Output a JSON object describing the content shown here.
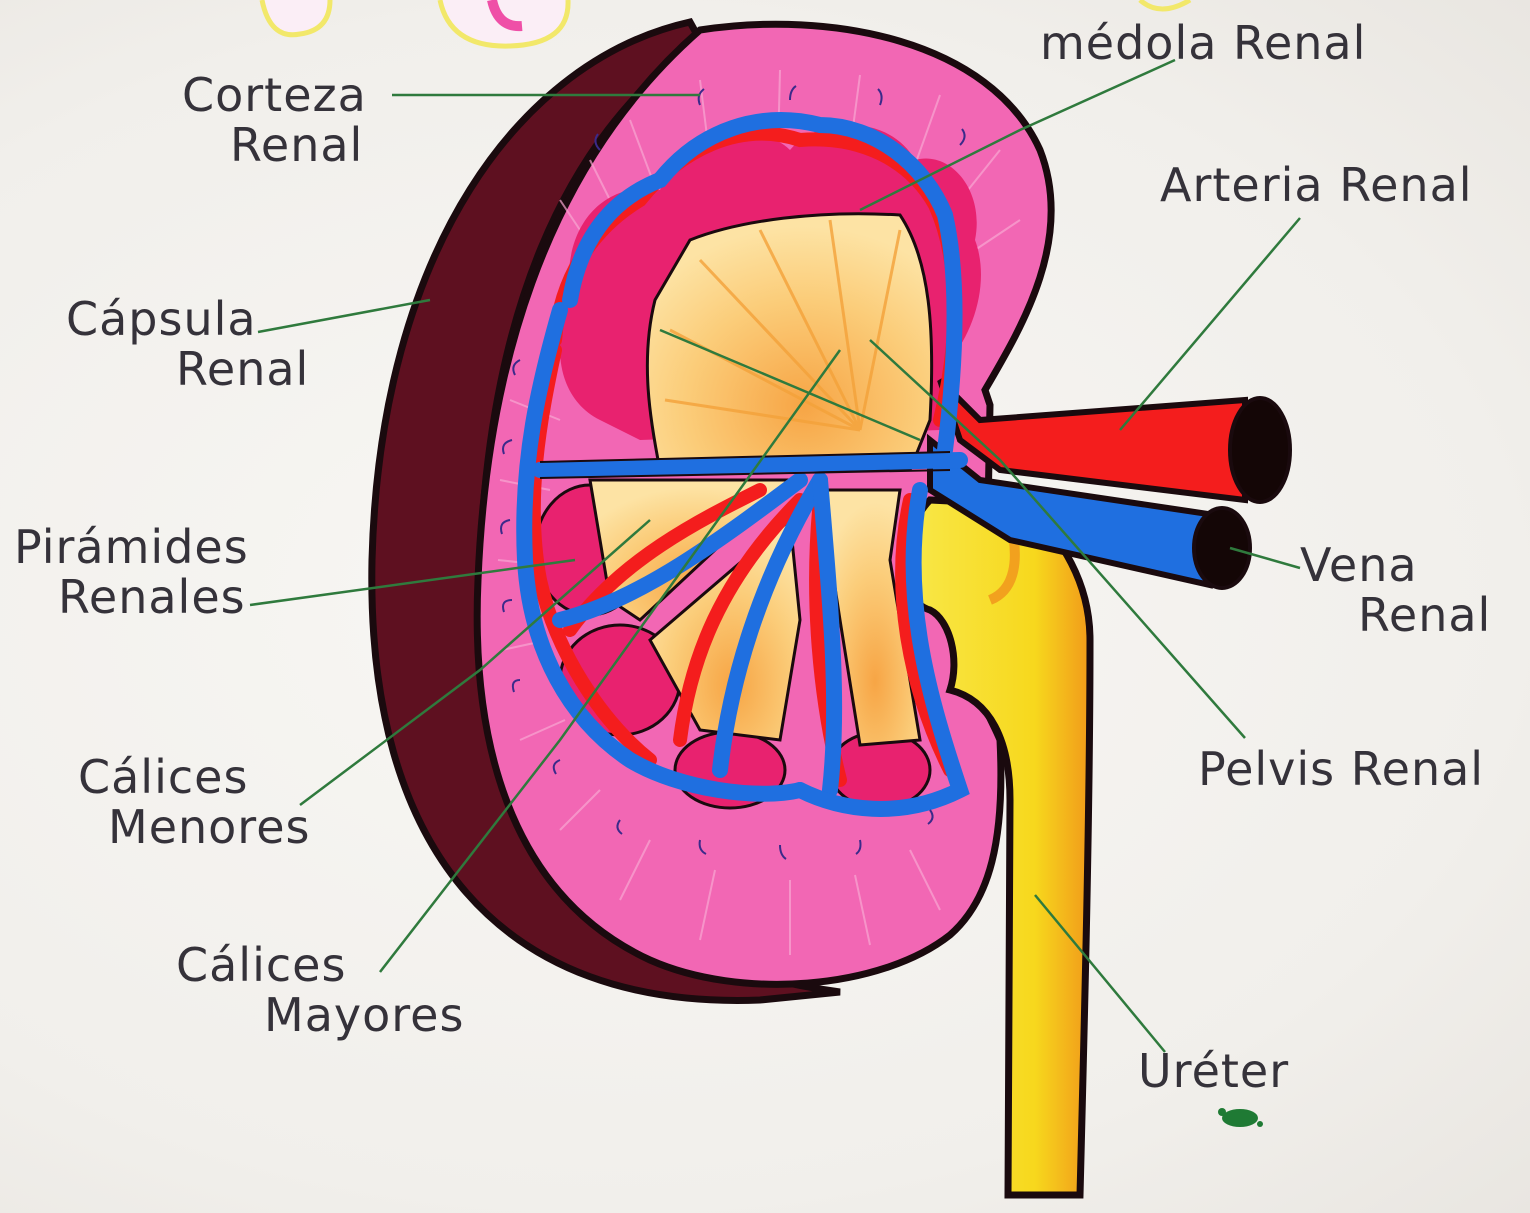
{
  "labels": {
    "corteza": {
      "line1": "Corteza",
      "line2": "Renal"
    },
    "medula": {
      "line1": "médola Renal"
    },
    "arteria": {
      "line1": "Arteria Renal"
    },
    "capsula": {
      "line1": "Cápsula",
      "line2": "Renal"
    },
    "piramides": {
      "line1": "Pirámides",
      "line2": "Renales"
    },
    "vena": {
      "line1": "Vena",
      "line2": "Renal"
    },
    "pelvis": {
      "line1": "Pelvis Renal"
    },
    "menores": {
      "line1": "Cálices",
      "line2": "Menores"
    },
    "mayores": {
      "line1": "Cálices",
      "line2": "Mayores"
    },
    "ureter": {
      "line1": "Uréter"
    }
  },
  "colors": {
    "capsule": "#5e1020",
    "cortex": "#f267b4",
    "medulla_pyramid": "#e8226f",
    "pelvis_fan": "#f9c36c",
    "artery": "#f41d1d",
    "vein": "#1f6fe0",
    "ureter": "#f7df1f",
    "leader_line": "#2f7a3d",
    "outline": "#1a0a0e"
  }
}
